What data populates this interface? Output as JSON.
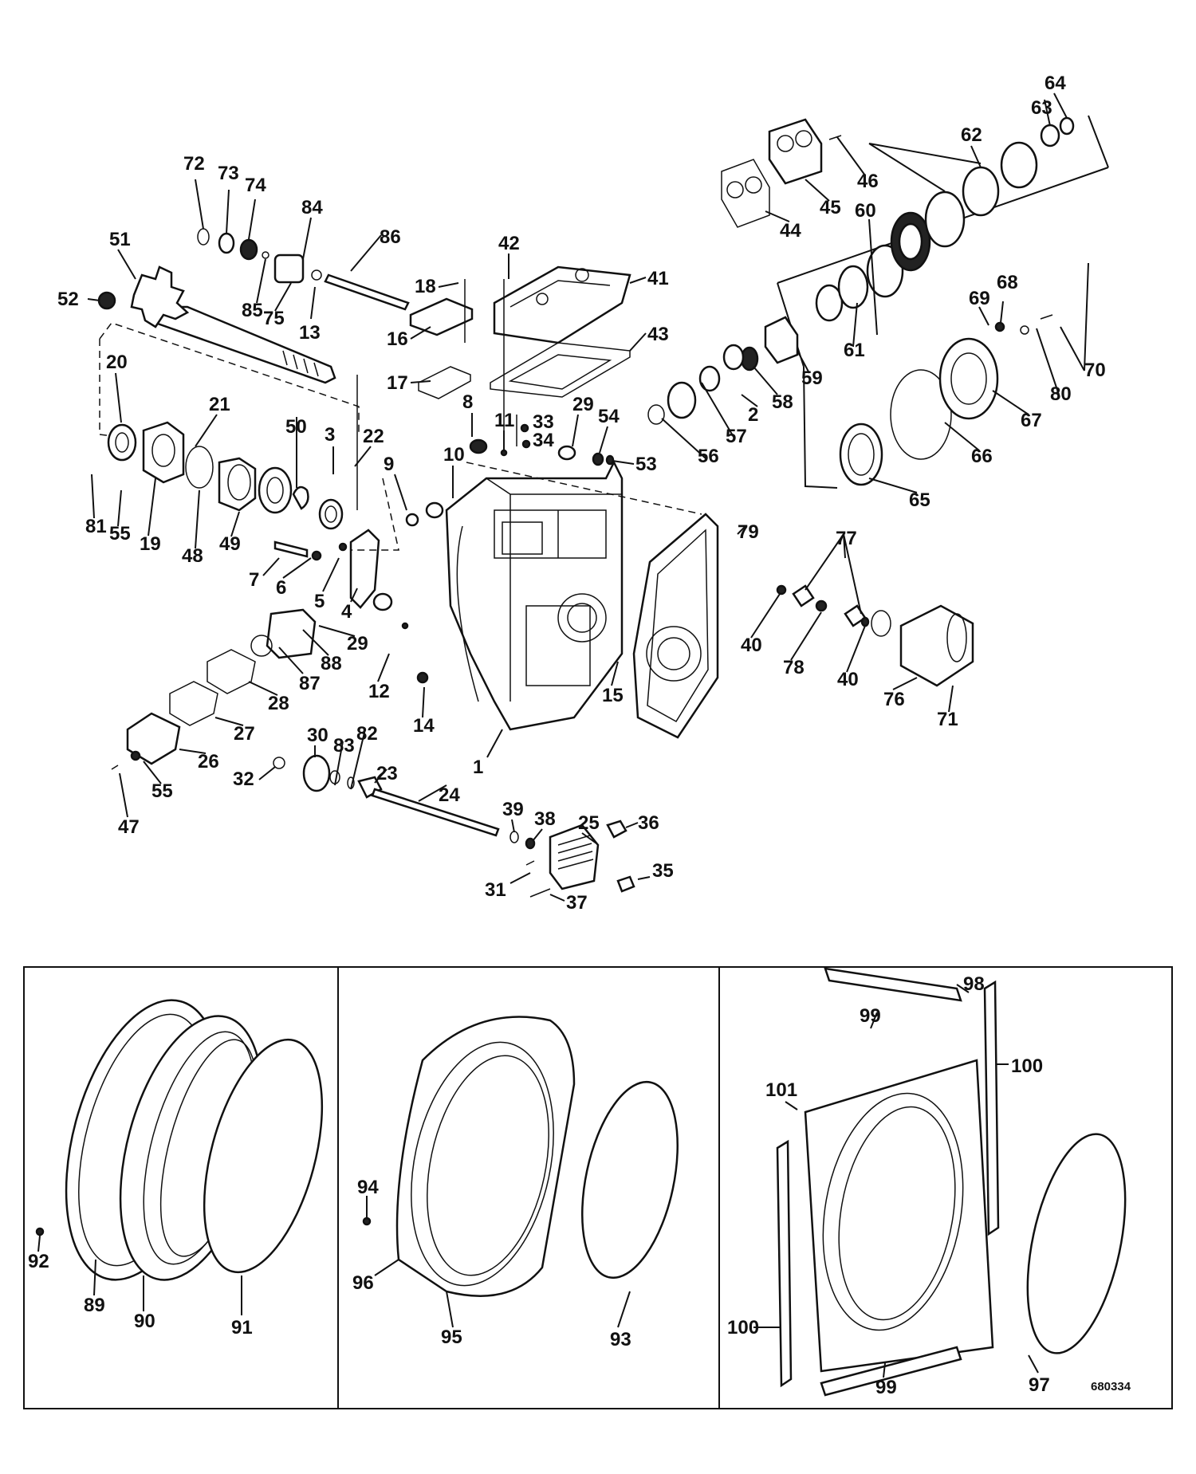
{
  "drawing": {
    "number": "680334"
  },
  "callouts": [
    {
      "label": "1"
    },
    {
      "label": "2"
    },
    {
      "label": "3"
    },
    {
      "label": "4"
    },
    {
      "label": "5"
    },
    {
      "label": "6"
    },
    {
      "label": "7"
    },
    {
      "label": "8"
    },
    {
      "label": "9"
    },
    {
      "label": "10"
    },
    {
      "label": "11"
    },
    {
      "label": "12"
    },
    {
      "label": "13"
    },
    {
      "label": "14"
    },
    {
      "label": "15"
    },
    {
      "label": "16"
    },
    {
      "label": "17"
    },
    {
      "label": "18"
    },
    {
      "label": "19"
    },
    {
      "label": "20"
    },
    {
      "label": "21"
    },
    {
      "label": "22"
    },
    {
      "label": "23"
    },
    {
      "label": "24"
    },
    {
      "label": "25"
    },
    {
      "label": "26"
    },
    {
      "label": "27"
    },
    {
      "label": "28"
    },
    {
      "label": "29"
    },
    {
      "label": "29"
    },
    {
      "label": "30"
    },
    {
      "label": "31"
    },
    {
      "label": "32"
    },
    {
      "label": "33"
    },
    {
      "label": "34"
    },
    {
      "label": "35"
    },
    {
      "label": "36"
    },
    {
      "label": "37"
    },
    {
      "label": "38"
    },
    {
      "label": "39"
    },
    {
      "label": "40"
    },
    {
      "label": "40"
    },
    {
      "label": "41"
    },
    {
      "label": "42"
    },
    {
      "label": "43"
    },
    {
      "label": "44"
    },
    {
      "label": "45"
    },
    {
      "label": "46"
    },
    {
      "label": "47"
    },
    {
      "label": "48"
    },
    {
      "label": "49"
    },
    {
      "label": "50"
    },
    {
      "label": "51"
    },
    {
      "label": "52"
    },
    {
      "label": "53"
    },
    {
      "label": "54"
    },
    {
      "label": "55"
    },
    {
      "label": "55"
    },
    {
      "label": "56"
    },
    {
      "label": "57"
    },
    {
      "label": "58"
    },
    {
      "label": "59"
    },
    {
      "label": "60"
    },
    {
      "label": "61"
    },
    {
      "label": "62"
    },
    {
      "label": "63"
    },
    {
      "label": "64"
    },
    {
      "label": "65"
    },
    {
      "label": "66"
    },
    {
      "label": "67"
    },
    {
      "label": "68"
    },
    {
      "label": "69"
    },
    {
      "label": "70"
    },
    {
      "label": "71"
    },
    {
      "label": "72"
    },
    {
      "label": "73"
    },
    {
      "label": "74"
    },
    {
      "label": "75"
    },
    {
      "label": "76"
    },
    {
      "label": "77"
    },
    {
      "label": "78"
    },
    {
      "label": "79"
    },
    {
      "label": "80"
    },
    {
      "label": "81"
    },
    {
      "label": "82"
    },
    {
      "label": "83"
    },
    {
      "label": "84"
    },
    {
      "label": "85"
    },
    {
      "label": "86"
    },
    {
      "label": "87"
    },
    {
      "label": "88"
    },
    {
      "label": "89"
    },
    {
      "label": "90"
    },
    {
      "label": "91"
    },
    {
      "label": "92"
    },
    {
      "label": "93"
    },
    {
      "label": "94"
    },
    {
      "label": "95"
    },
    {
      "label": "96"
    },
    {
      "label": "97"
    },
    {
      "label": "98"
    },
    {
      "label": "99"
    },
    {
      "label": "99"
    },
    {
      "label": "100"
    },
    {
      "label": "100"
    },
    {
      "label": "101"
    }
  ]
}
